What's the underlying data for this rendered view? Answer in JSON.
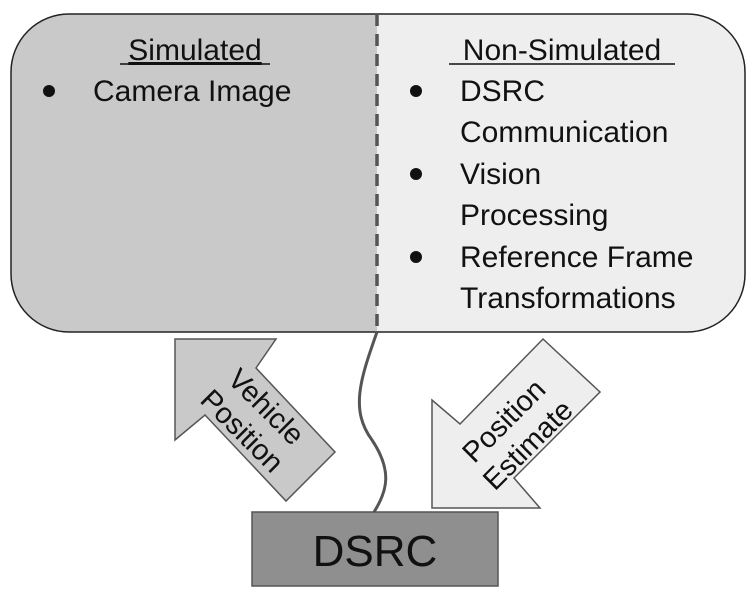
{
  "simulated": {
    "heading": "Simulated",
    "items": [
      "Camera Image"
    ]
  },
  "non_simulated": {
    "heading": "Non-Simulated",
    "items": [
      {
        "line1": "DSRC",
        "line2": "Communication"
      },
      {
        "line1": "Vision",
        "line2": "Processing"
      },
      {
        "line1": "Reference Frame",
        "line2": "Transformations"
      }
    ]
  },
  "arrow_left": {
    "line1": "Vehicle",
    "line2": "Position"
  },
  "arrow_right": {
    "line1": "Position",
    "line2": "Estimate"
  },
  "dsrc_box": {
    "label": "DSRC"
  },
  "colors": {
    "simulated_fill": "#c9c9c9",
    "non_simulated_fill": "#eeeeee",
    "dsrc_fill": "#8f8f8f",
    "left_arrow_fill": "#c9c9c9",
    "right_arrow_fill": "#eeeeee",
    "stroke": "#3a3a3a"
  }
}
